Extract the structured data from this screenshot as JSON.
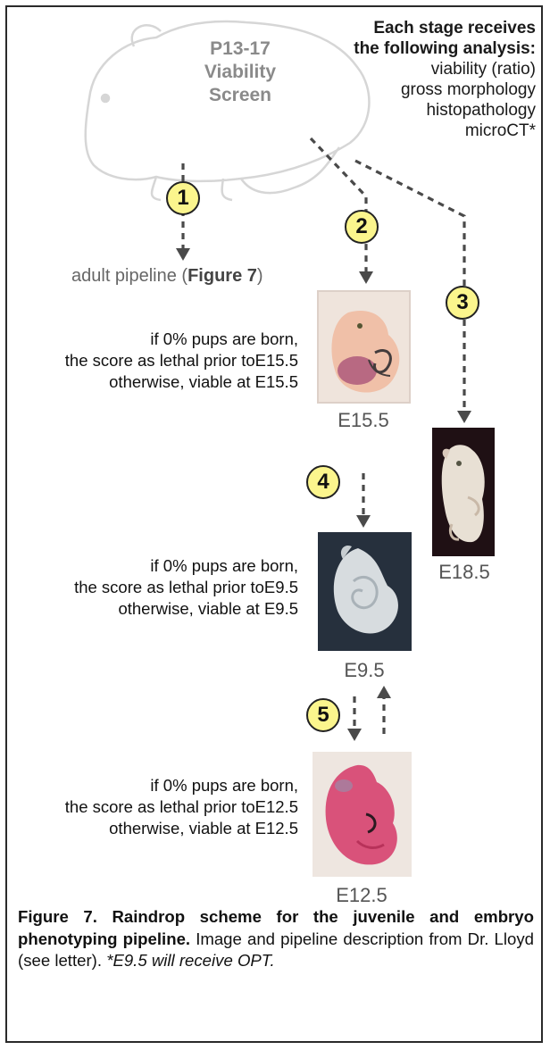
{
  "screen": {
    "title_lines": [
      "P13-17",
      "Viability",
      "Screen"
    ],
    "analysis_heading": [
      "Each stage receives",
      "the following analysis:"
    ],
    "analysis_items": [
      "viability (ratio)",
      "gross morphology",
      "histopathology",
      "microCT*"
    ]
  },
  "steps": [
    "1",
    "2",
    "3",
    "4",
    "5"
  ],
  "adult_pipeline": {
    "text": "adult pipeline (",
    "figure_ref": "Figure 7",
    "close": ")"
  },
  "conditions": [
    {
      "line1": "if 0% pups are born,",
      "line2": "the score as lethal prior toE15.5",
      "line3": "otherwise, viable at E15.5"
    },
    {
      "line1": "if 0% pups are born,",
      "line2": "the score as lethal prior toE9.5",
      "line3": "otherwise, viable at E9.5"
    },
    {
      "line1": "if 0% pups are born,",
      "line2": "the score as lethal prior toE12.5",
      "line3": "otherwise, viable at E12.5"
    }
  ],
  "stages": {
    "e155": "E15.5",
    "e185": "E18.5",
    "e95": "E9.5",
    "e125": "E12.5"
  },
  "caption": {
    "bold": "Figure 7. Raindrop scheme for the juvenile and embryo phenotyping pipeline.",
    "normal": " Image and pipeline description from Dr. Lloyd (see letter).",
    "italic": "*E9.5 will receive OPT."
  },
  "colors": {
    "circle_fill": "#fbf58d",
    "arrow": "#4a4a4a",
    "mouse_outline": "#d4d4d4"
  }
}
